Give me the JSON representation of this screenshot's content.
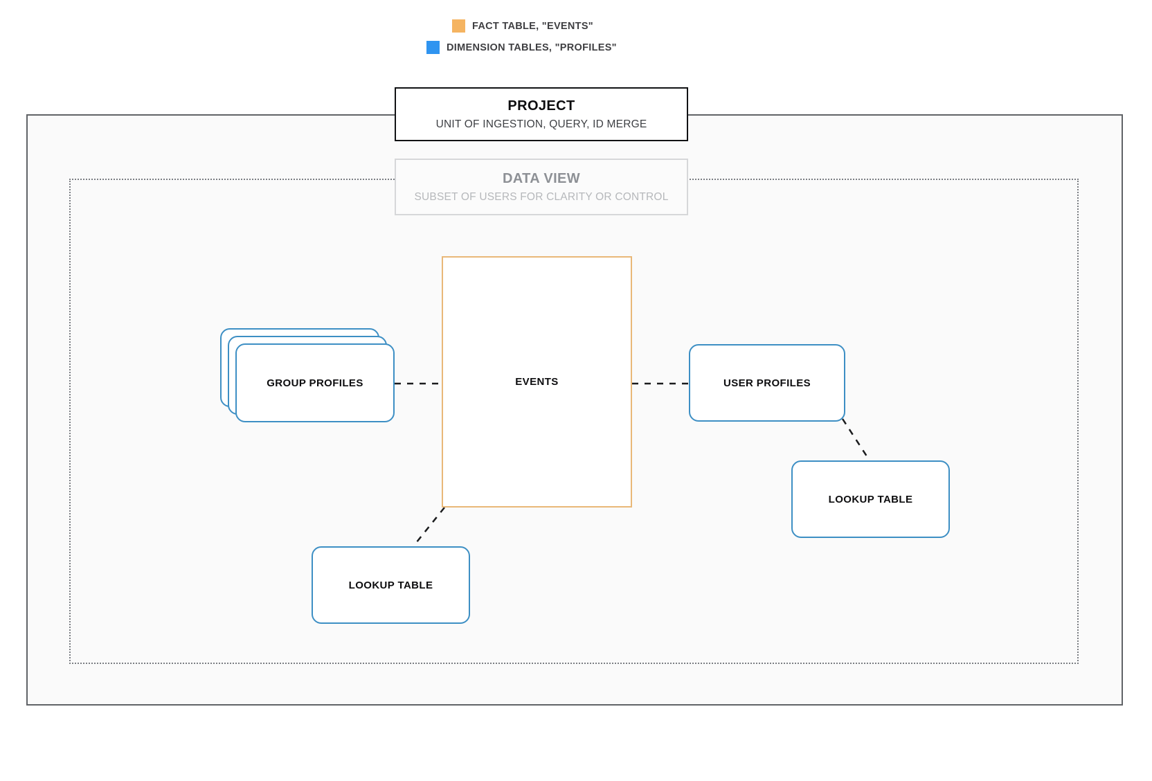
{
  "legend": {
    "items": [
      {
        "label": "FACT TABLE, \"EVENTS\"",
        "color": "#f5b461",
        "icon": "orange-square-swatch"
      },
      {
        "label": "DIMENSION TABLES, \"PROFILES\"",
        "color": "#2f94f0",
        "icon": "blue-square-swatch"
      }
    ]
  },
  "project": {
    "title": "PROJECT",
    "subtitle": "UNIT OF INGESTION, QUERY, ID MERGE",
    "border_color": "#111214"
  },
  "data_view": {
    "title": "DATA VIEW",
    "subtitle": "SUBSET OF USERS FOR CLARITY OR CONTROL",
    "border_color": "#d6d7d9",
    "text_color": "#8d9095"
  },
  "nodes": {
    "events": {
      "label": "EVENTS",
      "type": "fact-table",
      "color": "#e9b878"
    },
    "group_profiles": {
      "label": "GROUP PROFILES",
      "type": "dimension-table-stack",
      "color": "#3d8fc4",
      "stack_count": 3
    },
    "user_profiles": {
      "label": "USER PROFILES",
      "type": "dimension-table",
      "color": "#3d8fc4"
    },
    "lookup_left": {
      "label": "LOOKUP TABLE",
      "type": "dimension-table",
      "color": "#3d8fc4"
    },
    "lookup_right": {
      "label": "LOOKUP TABLE",
      "type": "dimension-table",
      "color": "#3d8fc4"
    }
  },
  "connectors": [
    {
      "from": "group_profiles",
      "to": "events",
      "style": "dashed"
    },
    {
      "from": "events",
      "to": "user_profiles",
      "style": "dashed"
    },
    {
      "from": "events",
      "to": "lookup_left",
      "style": "dashed"
    },
    {
      "from": "user_profiles",
      "to": "lookup_right",
      "style": "dashed"
    }
  ]
}
